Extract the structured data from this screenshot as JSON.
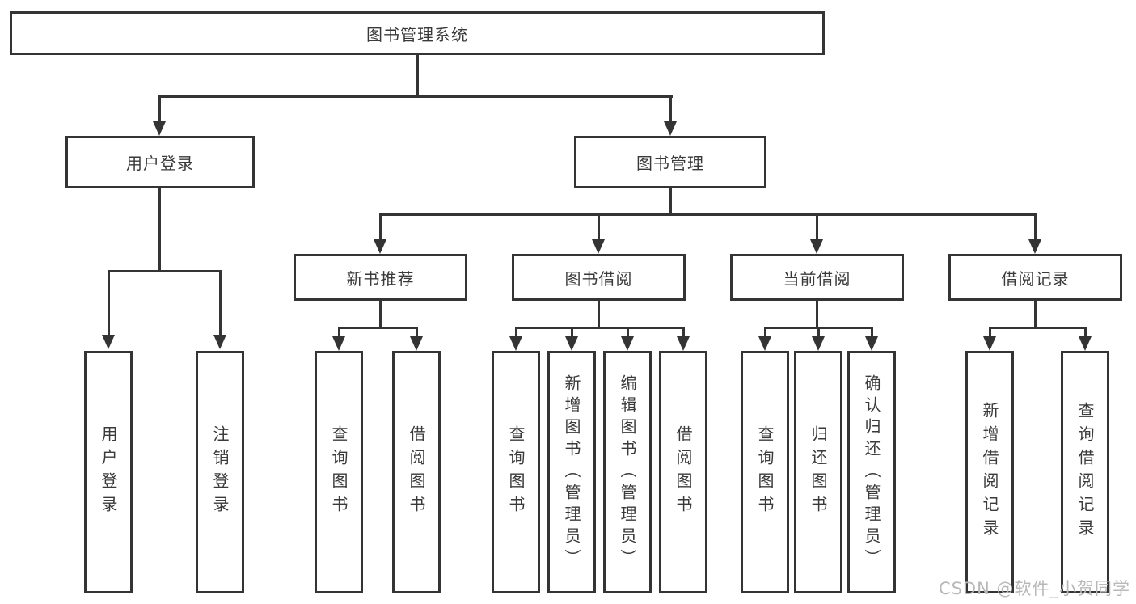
{
  "watermark": "CSDN @软件_小贺同学",
  "colors": {
    "line": "#343434",
    "box_border": "#343434",
    "text": "#3a3a3a",
    "watermark": "#b8b8b8",
    "background": "#ffffff"
  },
  "tree": {
    "root": {
      "label": "图书管理系统"
    },
    "branches": [
      {
        "label": "用户登录",
        "children": [
          {
            "label": "用户登录"
          },
          {
            "label": "注销登录"
          }
        ]
      },
      {
        "label": "图书管理",
        "children": [
          {
            "label": "新书推荐",
            "children": [
              {
                "label": "查询图书"
              },
              {
                "label": "借阅图书"
              }
            ]
          },
          {
            "label": "图书借阅",
            "children": [
              {
                "label": "查询图书"
              },
              {
                "label": "新增图书（管理员）"
              },
              {
                "label": "编辑图书（管理员）"
              },
              {
                "label": "借阅图书"
              }
            ]
          },
          {
            "label": "当前借阅",
            "children": [
              {
                "label": "查询图书"
              },
              {
                "label": "归还图书"
              },
              {
                "label": "确认归还（管理员）"
              }
            ]
          },
          {
            "label": "借阅记录",
            "children": [
              {
                "label": "新增借阅记录"
              },
              {
                "label": "查询借阅记录"
              }
            ]
          }
        ]
      }
    ]
  }
}
